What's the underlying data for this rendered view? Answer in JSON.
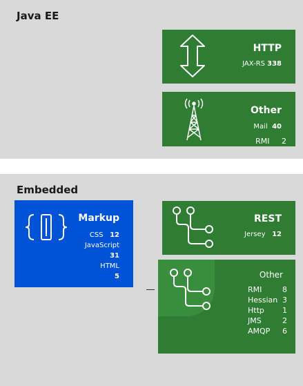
{
  "sections": {
    "javaee": {
      "title": "Java EE"
    },
    "embedded": {
      "title": "Embedded"
    }
  },
  "tiles": {
    "http": {
      "title": "HTTP",
      "icon": "vertical-arrows-icon",
      "stats": [
        {
          "label": "JAX-RS",
          "value": "338"
        }
      ]
    },
    "other_javaee": {
      "title": "Other",
      "icon": "radio-tower-icon",
      "stats": [
        {
          "label": "Mail",
          "value": "40"
        },
        {
          "label": "RMI",
          "value": "2"
        }
      ]
    },
    "markup": {
      "title": "Markup",
      "icon": "braces-icon",
      "stats": [
        {
          "label": "CSS",
          "value": "12"
        },
        {
          "label": "JavaScript",
          "value": "31"
        },
        {
          "label": "HTML",
          "value": "5"
        }
      ]
    },
    "rest": {
      "title": "REST",
      "icon": "network-tree-icon",
      "stats": [
        {
          "label": "Jersey",
          "value": "12"
        }
      ]
    },
    "other_embedded": {
      "title": "Other",
      "icon": "network-tree-icon",
      "stats": [
        {
          "label": "RMI",
          "value": "8"
        },
        {
          "label": "Hessian",
          "value": "3"
        },
        {
          "label": "Http",
          "value": "1"
        },
        {
          "label": "JMS",
          "value": "2"
        },
        {
          "label": "AMQP",
          "value": "6"
        }
      ]
    }
  },
  "colors": {
    "panel": "#d9d9d9",
    "tile_green": "#2e7d32",
    "tile_blue": "#0053d6"
  }
}
